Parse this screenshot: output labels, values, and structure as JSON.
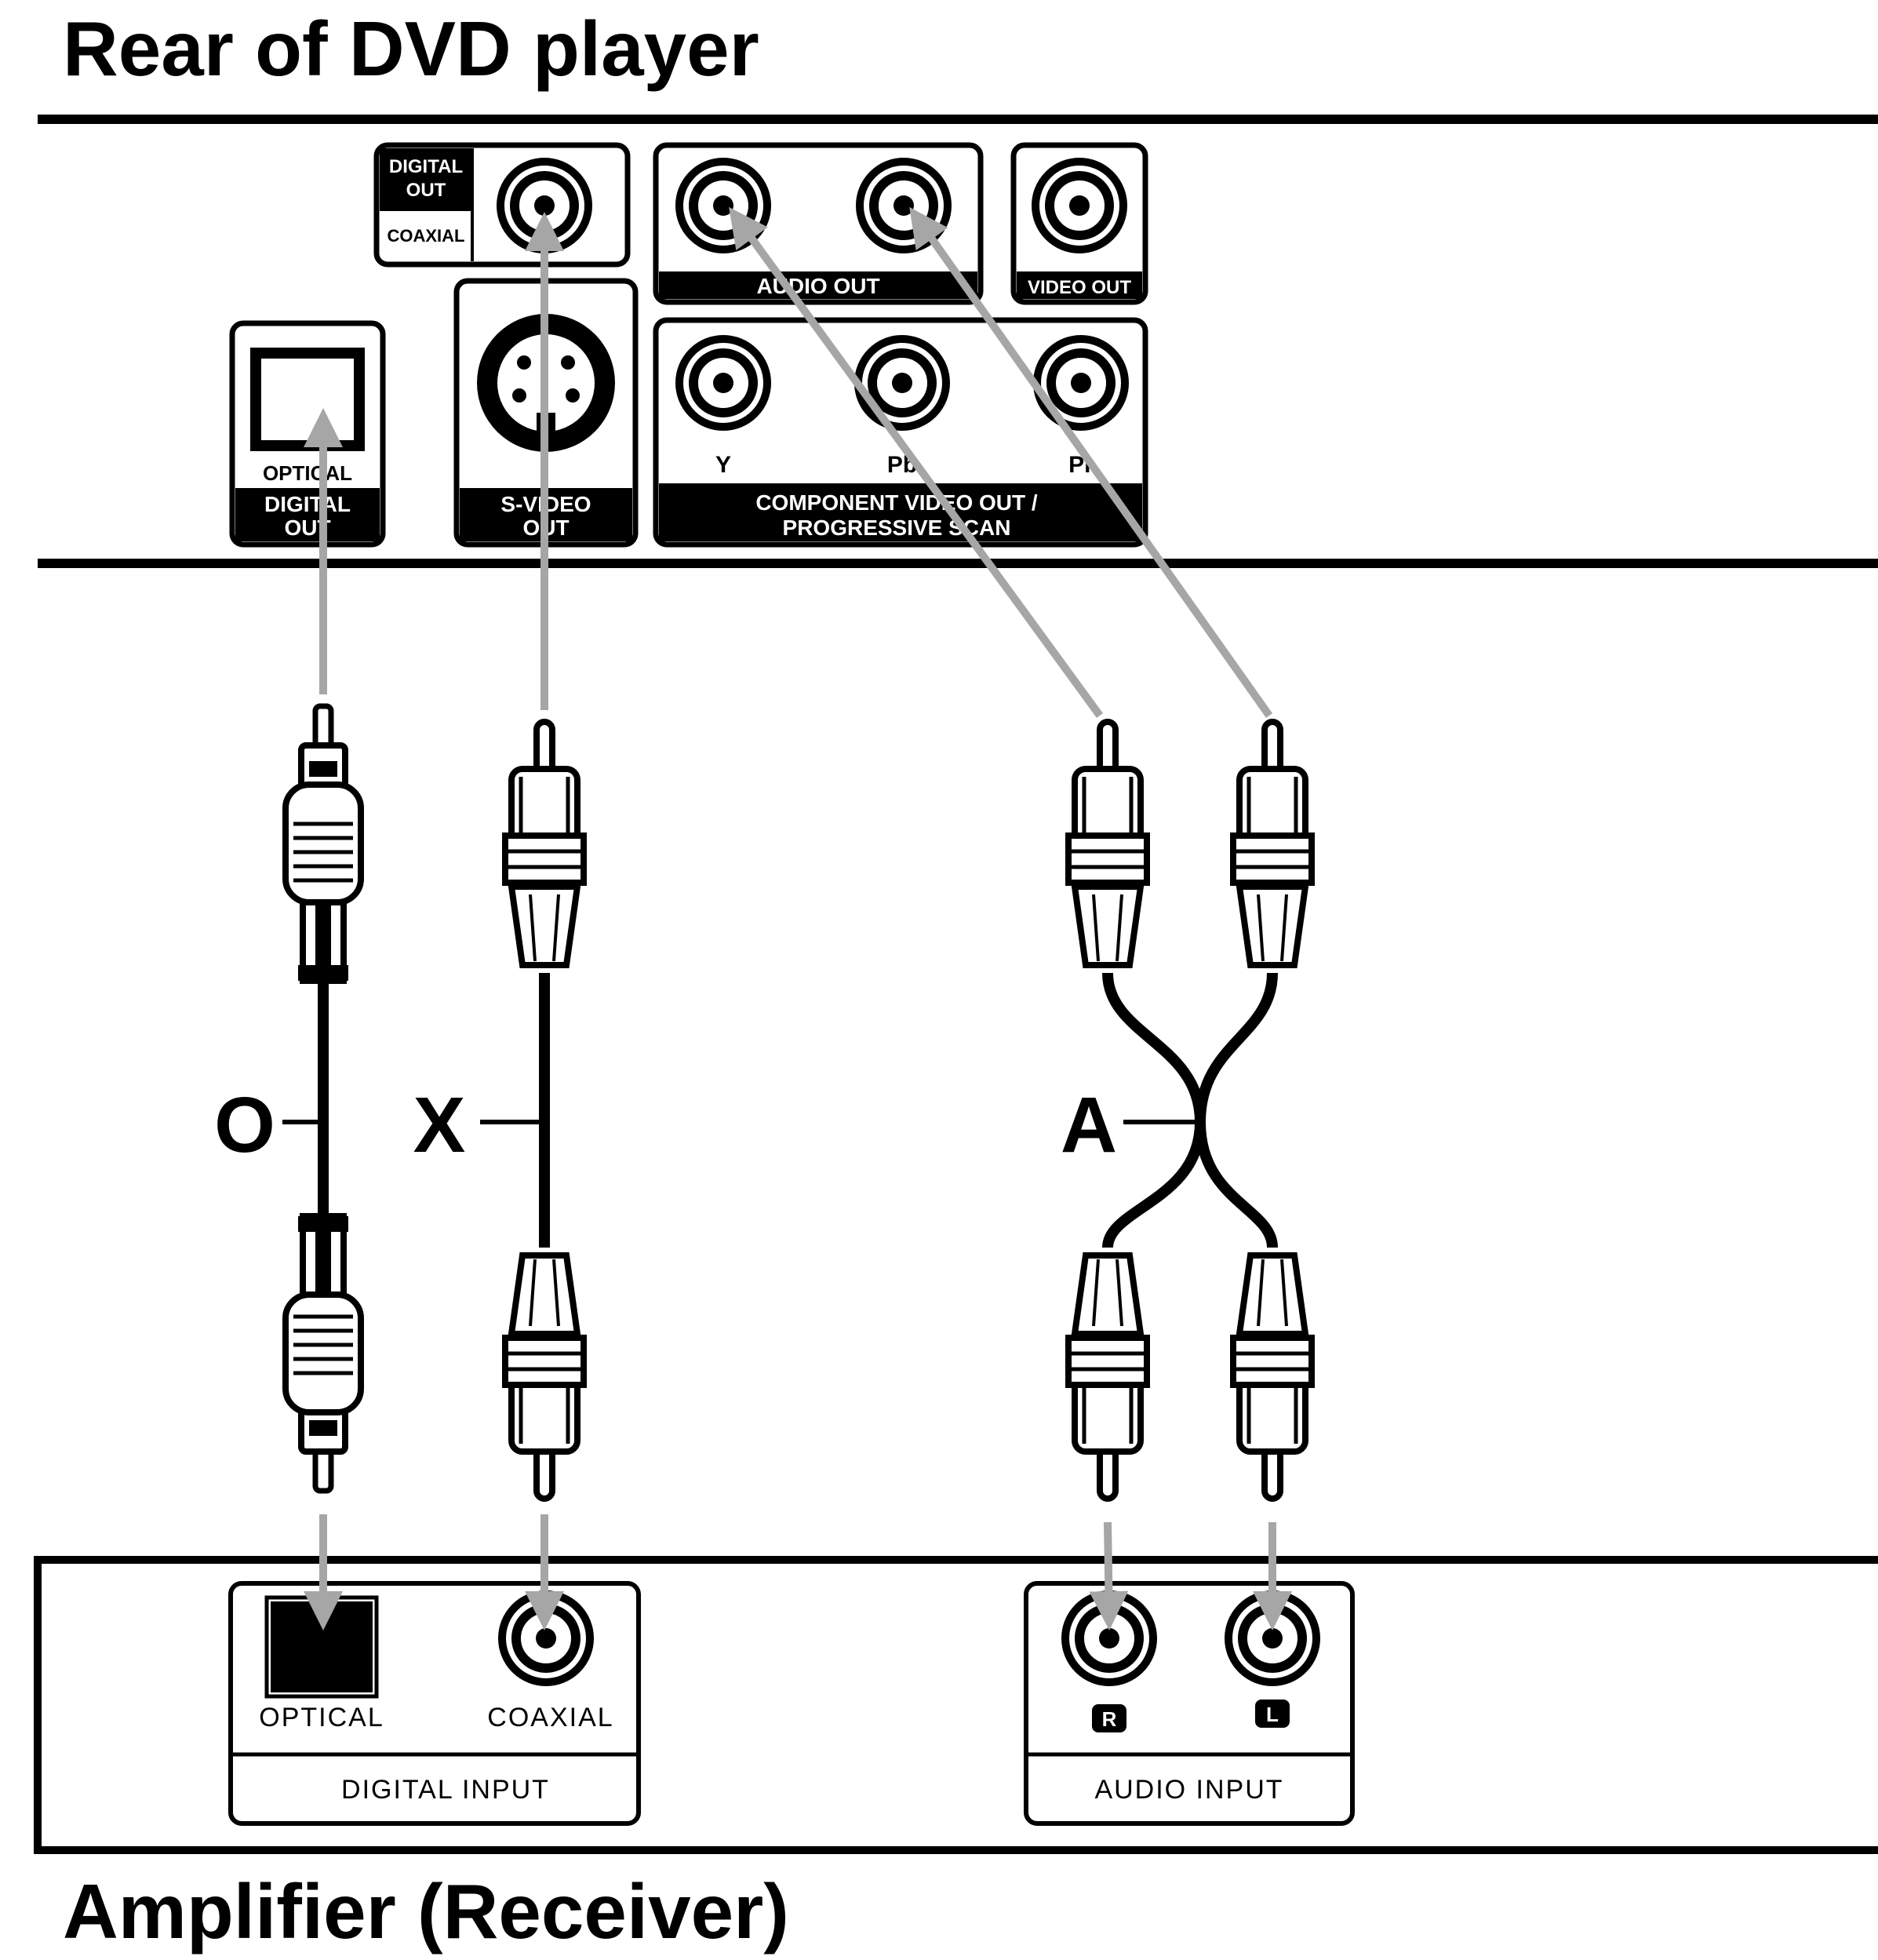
{
  "titles": {
    "dvd": "Rear of DVD player",
    "amplifier": "Amplifier (Receiver)"
  },
  "dvd_panel": {
    "digital_out_tag_line1": "DIGITAL",
    "digital_out_tag_line2": "OUT",
    "coaxial": "COAXIAL",
    "optical": "OPTICAL",
    "digital_label_line1": "DIGITAL",
    "digital_label_line2": "OUT",
    "svideo_line1": "S-VIDEO",
    "svideo_line2": "OUT",
    "audio_out": "AUDIO OUT",
    "video_out": "VIDEO OUT",
    "y": "Y",
    "pb": "Pb",
    "pr": "Pr",
    "component_line1": "COMPONENT VIDEO OUT /",
    "component_line2": "PROGRESSIVE SCAN"
  },
  "cables": {
    "optical": "O",
    "coaxial": "X",
    "audio": "A"
  },
  "amplifier_panel": {
    "optical": "OPTICAL",
    "coaxial": "COAXIAL",
    "digital_input": "DIGITAL INPUT",
    "r": "R",
    "l": "L",
    "audio_input": "AUDIO INPUT"
  },
  "colors": {
    "line": "#000000",
    "arrow": "#a6a6a6",
    "background": "#ffffff"
  }
}
